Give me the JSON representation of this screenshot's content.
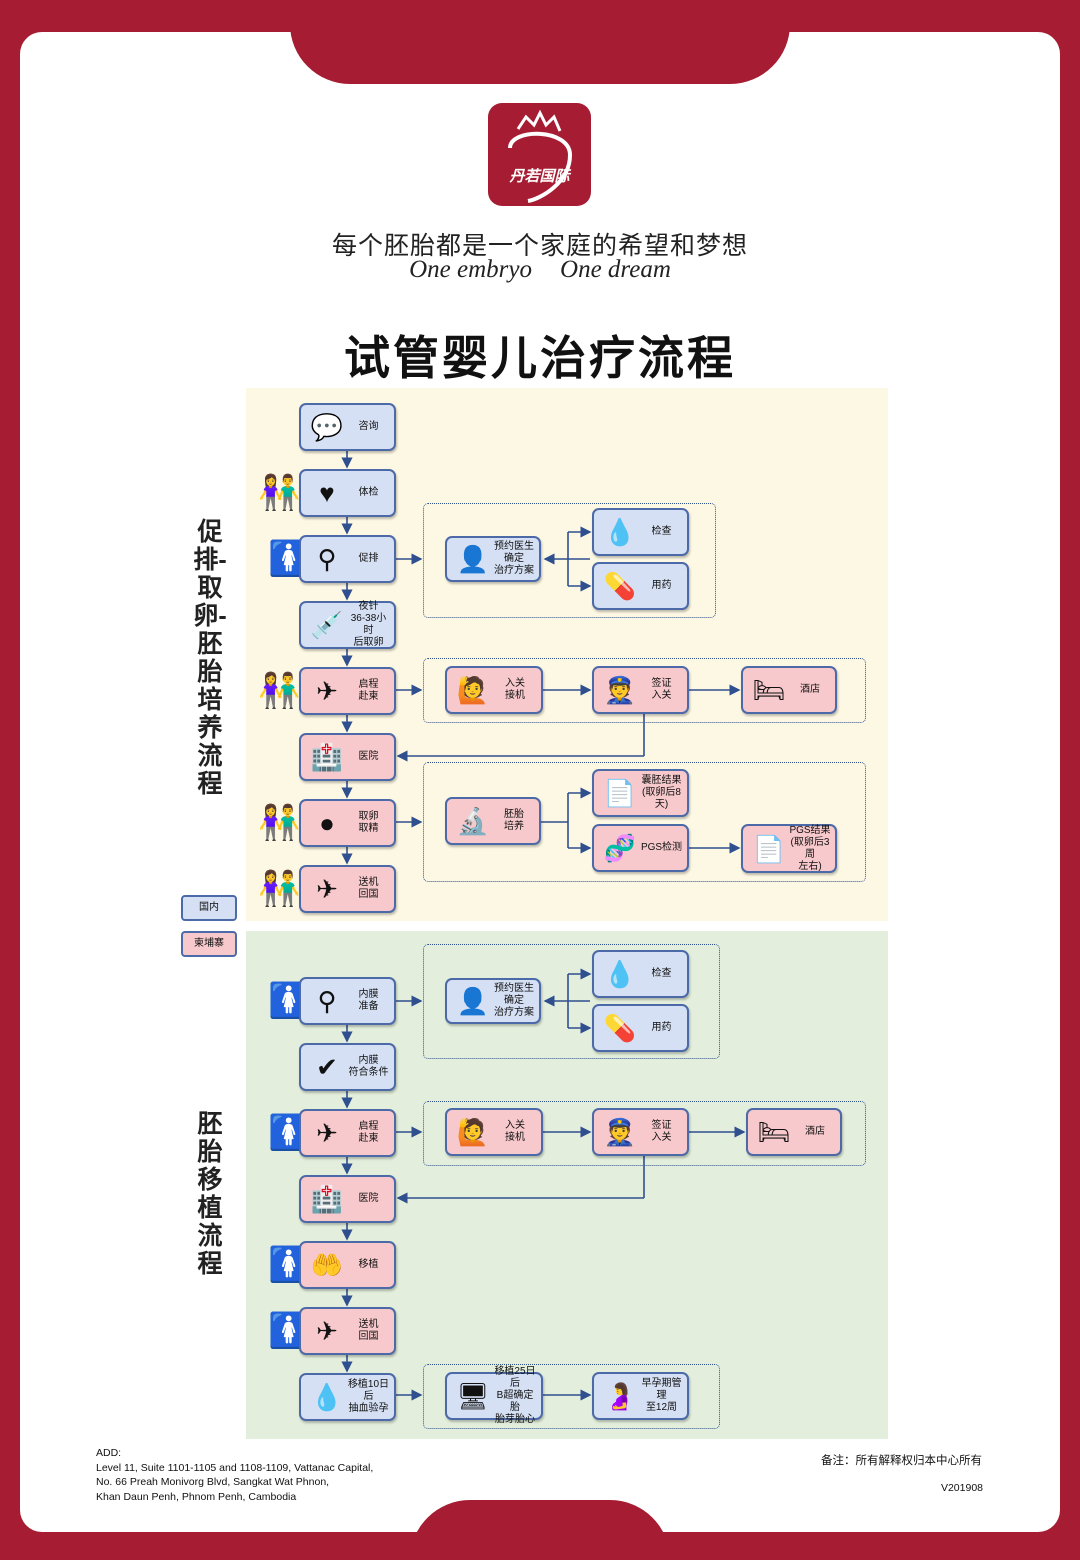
{
  "brand": {
    "logo_text": "丹若国际"
  },
  "slogan": {
    "cn": "每个胚胎都是一个家庭的希望和梦想",
    "en1": "One embryo",
    "en2": "One dream"
  },
  "title": "试管婴儿治疗流程",
  "section1": {
    "label": "促排-取卵-胚胎培养流程"
  },
  "section2": {
    "label": "胚胎移植流程"
  },
  "legend": {
    "domestic": "国内",
    "cambodia": "柬埔寨"
  },
  "colors": {
    "frame": "#a61c33",
    "domestic_box": "#d5e0f4",
    "cambodia_box": "#f7c9cc",
    "panel1": "#fdf8e4",
    "panel2": "#e3efdc"
  },
  "s1": {
    "consult": "咨询",
    "checkup": "体检",
    "stim": "促排",
    "night_shot": "夜针\n36-38小时\n后取卵",
    "depart": "启程\n赴柬",
    "hospital": "医院",
    "retrieval": "取卵\n取精",
    "return": "送机\n回国",
    "doctor_plan": "预约医生\n确定\n治疗方案",
    "exam": "检查",
    "medication": "用药",
    "arrival_pickup": "入关\n接机",
    "visa": "签证\n入关",
    "hotel": "酒店",
    "culture": "胚胎\n培养",
    "blast_result": "囊胚结果\n(取卵后8天)",
    "pgs_test": "PGS检测",
    "pgs_result": "PGS结果\n(取卵后3周\n左右)"
  },
  "s2": {
    "endo_prep": "内膜\n准备",
    "endo_ok": "内膜\n符合条件",
    "depart": "启程\n赴柬",
    "hospital": "医院",
    "transfer": "移植",
    "return": "送机\n回国",
    "blood_test": "移植10日后\n抽血验孕",
    "doctor_plan": "预约医生\n确定\n治疗方案",
    "exam": "检查",
    "medication": "用药",
    "arrival_pickup": "入关\n接机",
    "visa": "签证\n入关",
    "hotel": "酒店",
    "ultrasound": "移植25日后\nB超确定胎\n胎芽胎心",
    "early_preg": "早孕期管理\n至12周"
  },
  "footer": {
    "add_label": "ADD:",
    "add_line1": "Level 11, Suite 1101-1105 and 1108-1109, Vattanac Capital,",
    "add_line2": "No. 66 Preah Monivorg Blvd, Sangkat Wat Phnon,",
    "add_line3": "Khan Daun Penh, Phnom Penh, Cambodia",
    "note": "备注：所有解释权归本中心所有",
    "version": "V201908"
  },
  "icons": [
    "chat-bubble-icon",
    "heart-pulse-icon",
    "uterus-icon",
    "syringe-icon",
    "airplane-icon",
    "hospital-icon",
    "egg-sperm-icon",
    "doctor-icon",
    "ultrasound-probe-icon",
    "medicine-icon",
    "customs-officer-icon",
    "visa-officer-icon",
    "hotel-icon",
    "lab-microscope-icon",
    "document-icon",
    "dna-icon",
    "checkmark-icon",
    "transfer-icon",
    "blood-drop-icon",
    "ultrasound-screen-icon",
    "pregnant-woman-icon",
    "couple-icon",
    "woman-icon"
  ]
}
